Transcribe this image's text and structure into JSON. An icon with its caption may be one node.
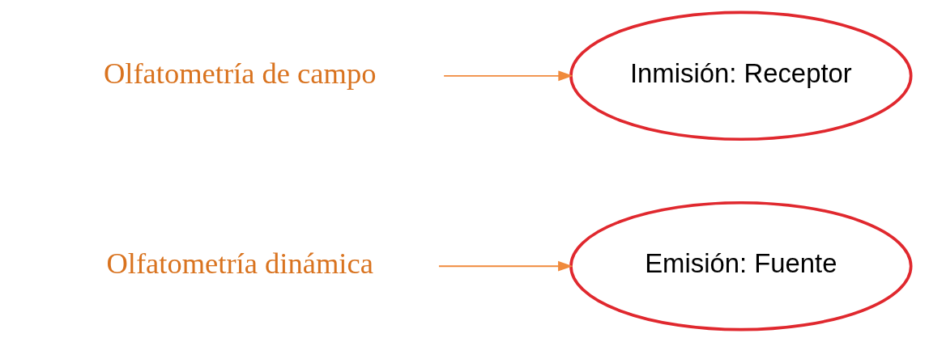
{
  "diagram": {
    "nodes": [
      {
        "text": [
          "Olfatometría dinámica"
        ]
      },
      {
        "text": [
          "Emisión: Fuente"
        ]
      },
      {
        "text": [
          "Inmisión: Receptor"
        ]
      },
      {
        "text": [
          "Olfatometría de campo"
        ]
      }
    ],
    "edges": [
      {
        "from": 0,
        "to": 1,
        "arrow": "to"
      },
      {
        "from": 3,
        "to": 2,
        "arrow": "to"
      }
    ]
  }
}
